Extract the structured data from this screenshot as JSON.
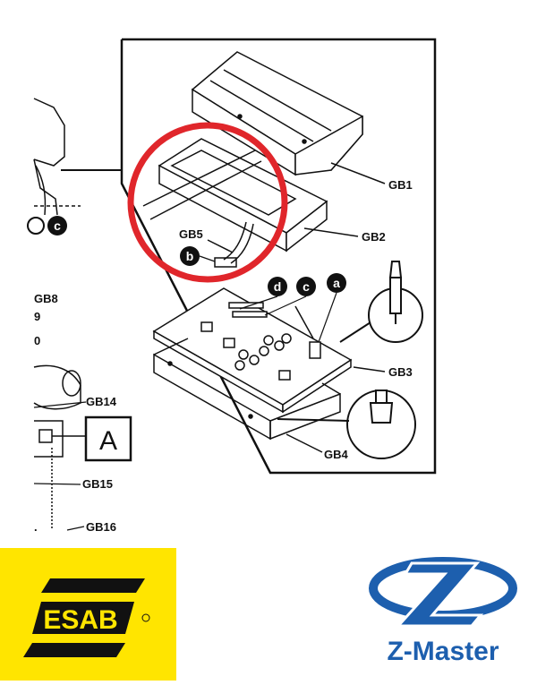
{
  "labels": {
    "gb1": "GB1",
    "gb2": "GB2",
    "gb3": "GB3",
    "gb4": "GB4",
    "gb5": "GB5",
    "gb8": "GB8",
    "gb14": "GB14",
    "gb15": "GB15",
    "gb16": "GB16",
    "box_a": "A",
    "badge_a": "a",
    "badge_b": "b",
    "badge_c": "c",
    "badge_d": "d",
    "badge_c_left": "c",
    "partial_9": "9",
    "partial_0": "0",
    "partial_dot": "."
  },
  "logos": {
    "esab": "ESAB",
    "zmaster": "Z-Master"
  },
  "colors": {
    "highlight_circle": "#e0262b",
    "esab_yellow": "#ffe500",
    "zmaster_blue": "#1d5fae"
  }
}
